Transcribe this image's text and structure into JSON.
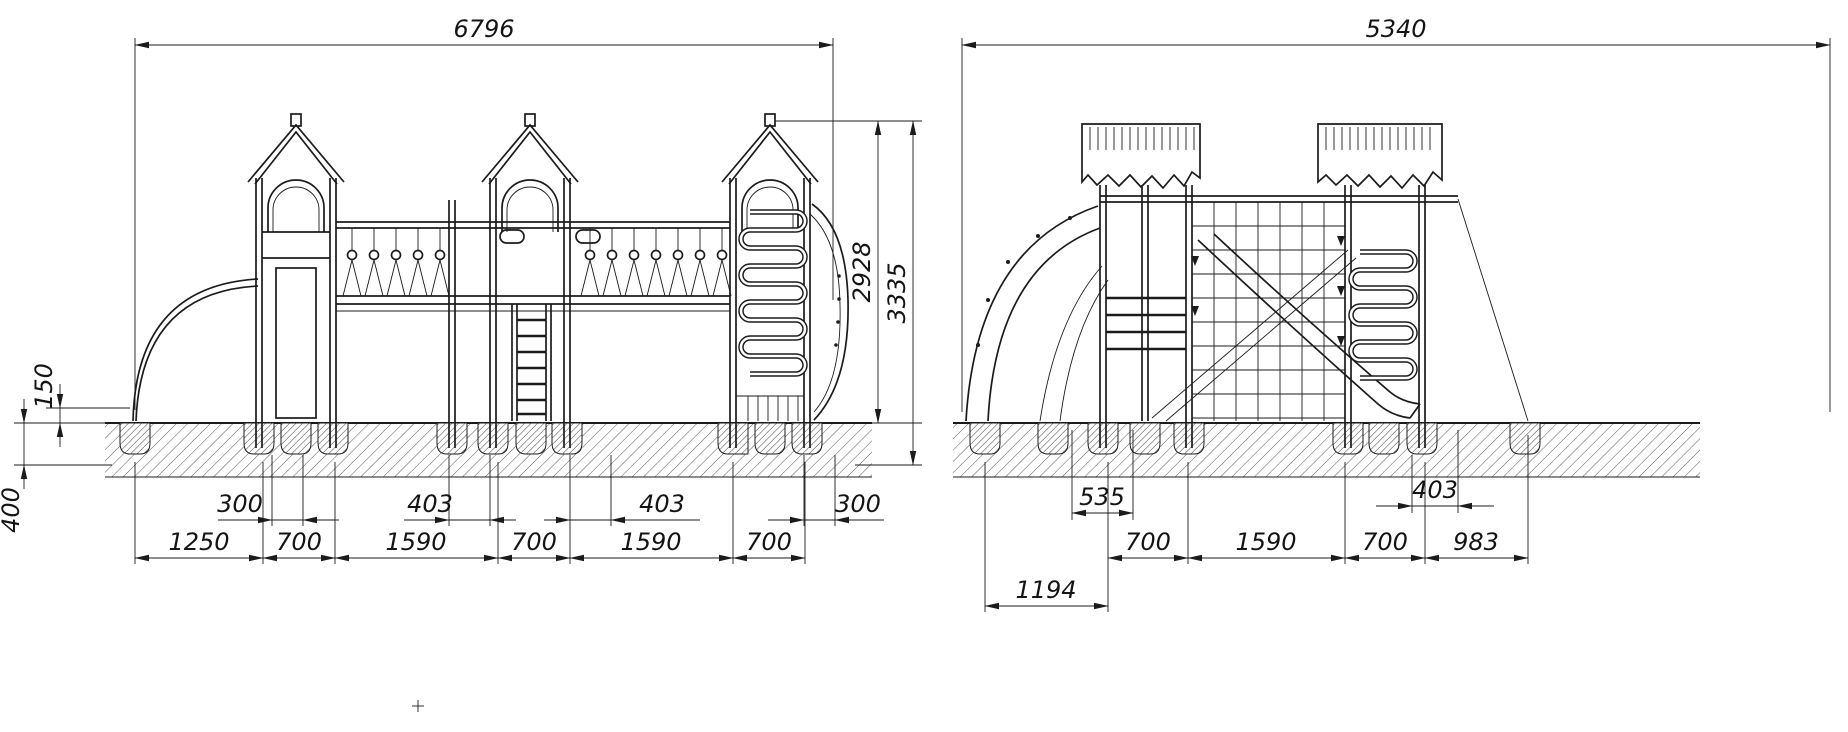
{
  "front_view": {
    "dim_total_width": "6796",
    "dim_height_structure": "2928",
    "dim_height_overall": "3335",
    "dim_footing_top_offset": "150",
    "dim_footing_depth": "400",
    "dim_row_upper": [
      "300",
      "403",
      "403",
      "300"
    ],
    "dim_row_lower": [
      "1250",
      "700",
      "1590",
      "700",
      "1590",
      "700"
    ]
  },
  "side_view": {
    "dim_total_width": "5340",
    "dim_post_offset": "535",
    "dim_right_offset": "403",
    "dim_row_lower": [
      "700",
      "1590",
      "700",
      "983"
    ],
    "dim_left_overhang": "1194"
  }
}
